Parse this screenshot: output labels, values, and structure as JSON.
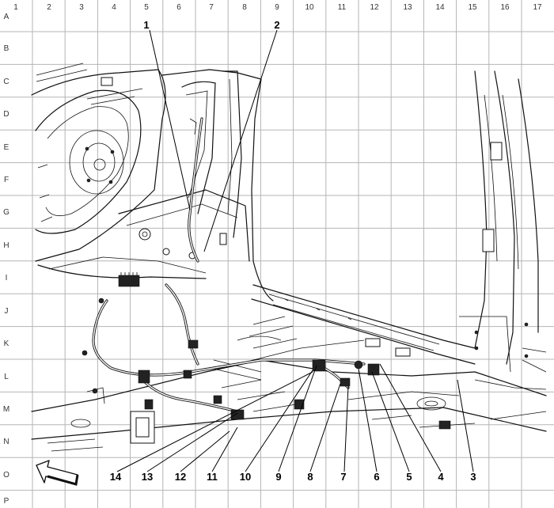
{
  "grid": {
    "columns": [
      "1",
      "2",
      "3",
      "4",
      "5",
      "6",
      "7",
      "8",
      "9",
      "10",
      "11",
      "12",
      "13",
      "14",
      "15",
      "16",
      "17"
    ],
    "rows": [
      "A",
      "B",
      "C",
      "D",
      "E",
      "F",
      "G",
      "H",
      "I",
      "J",
      "K",
      "L",
      "M",
      "N",
      "O",
      "P"
    ]
  },
  "callouts": {
    "top": [
      "1",
      "2"
    ],
    "bottom": [
      "14",
      "13",
      "12",
      "11",
      "10",
      "9",
      "8",
      "7",
      "6",
      "5",
      "4",
      "3"
    ]
  },
  "icons": {
    "orientation_arrow": "front-direction-arrow-icon"
  }
}
